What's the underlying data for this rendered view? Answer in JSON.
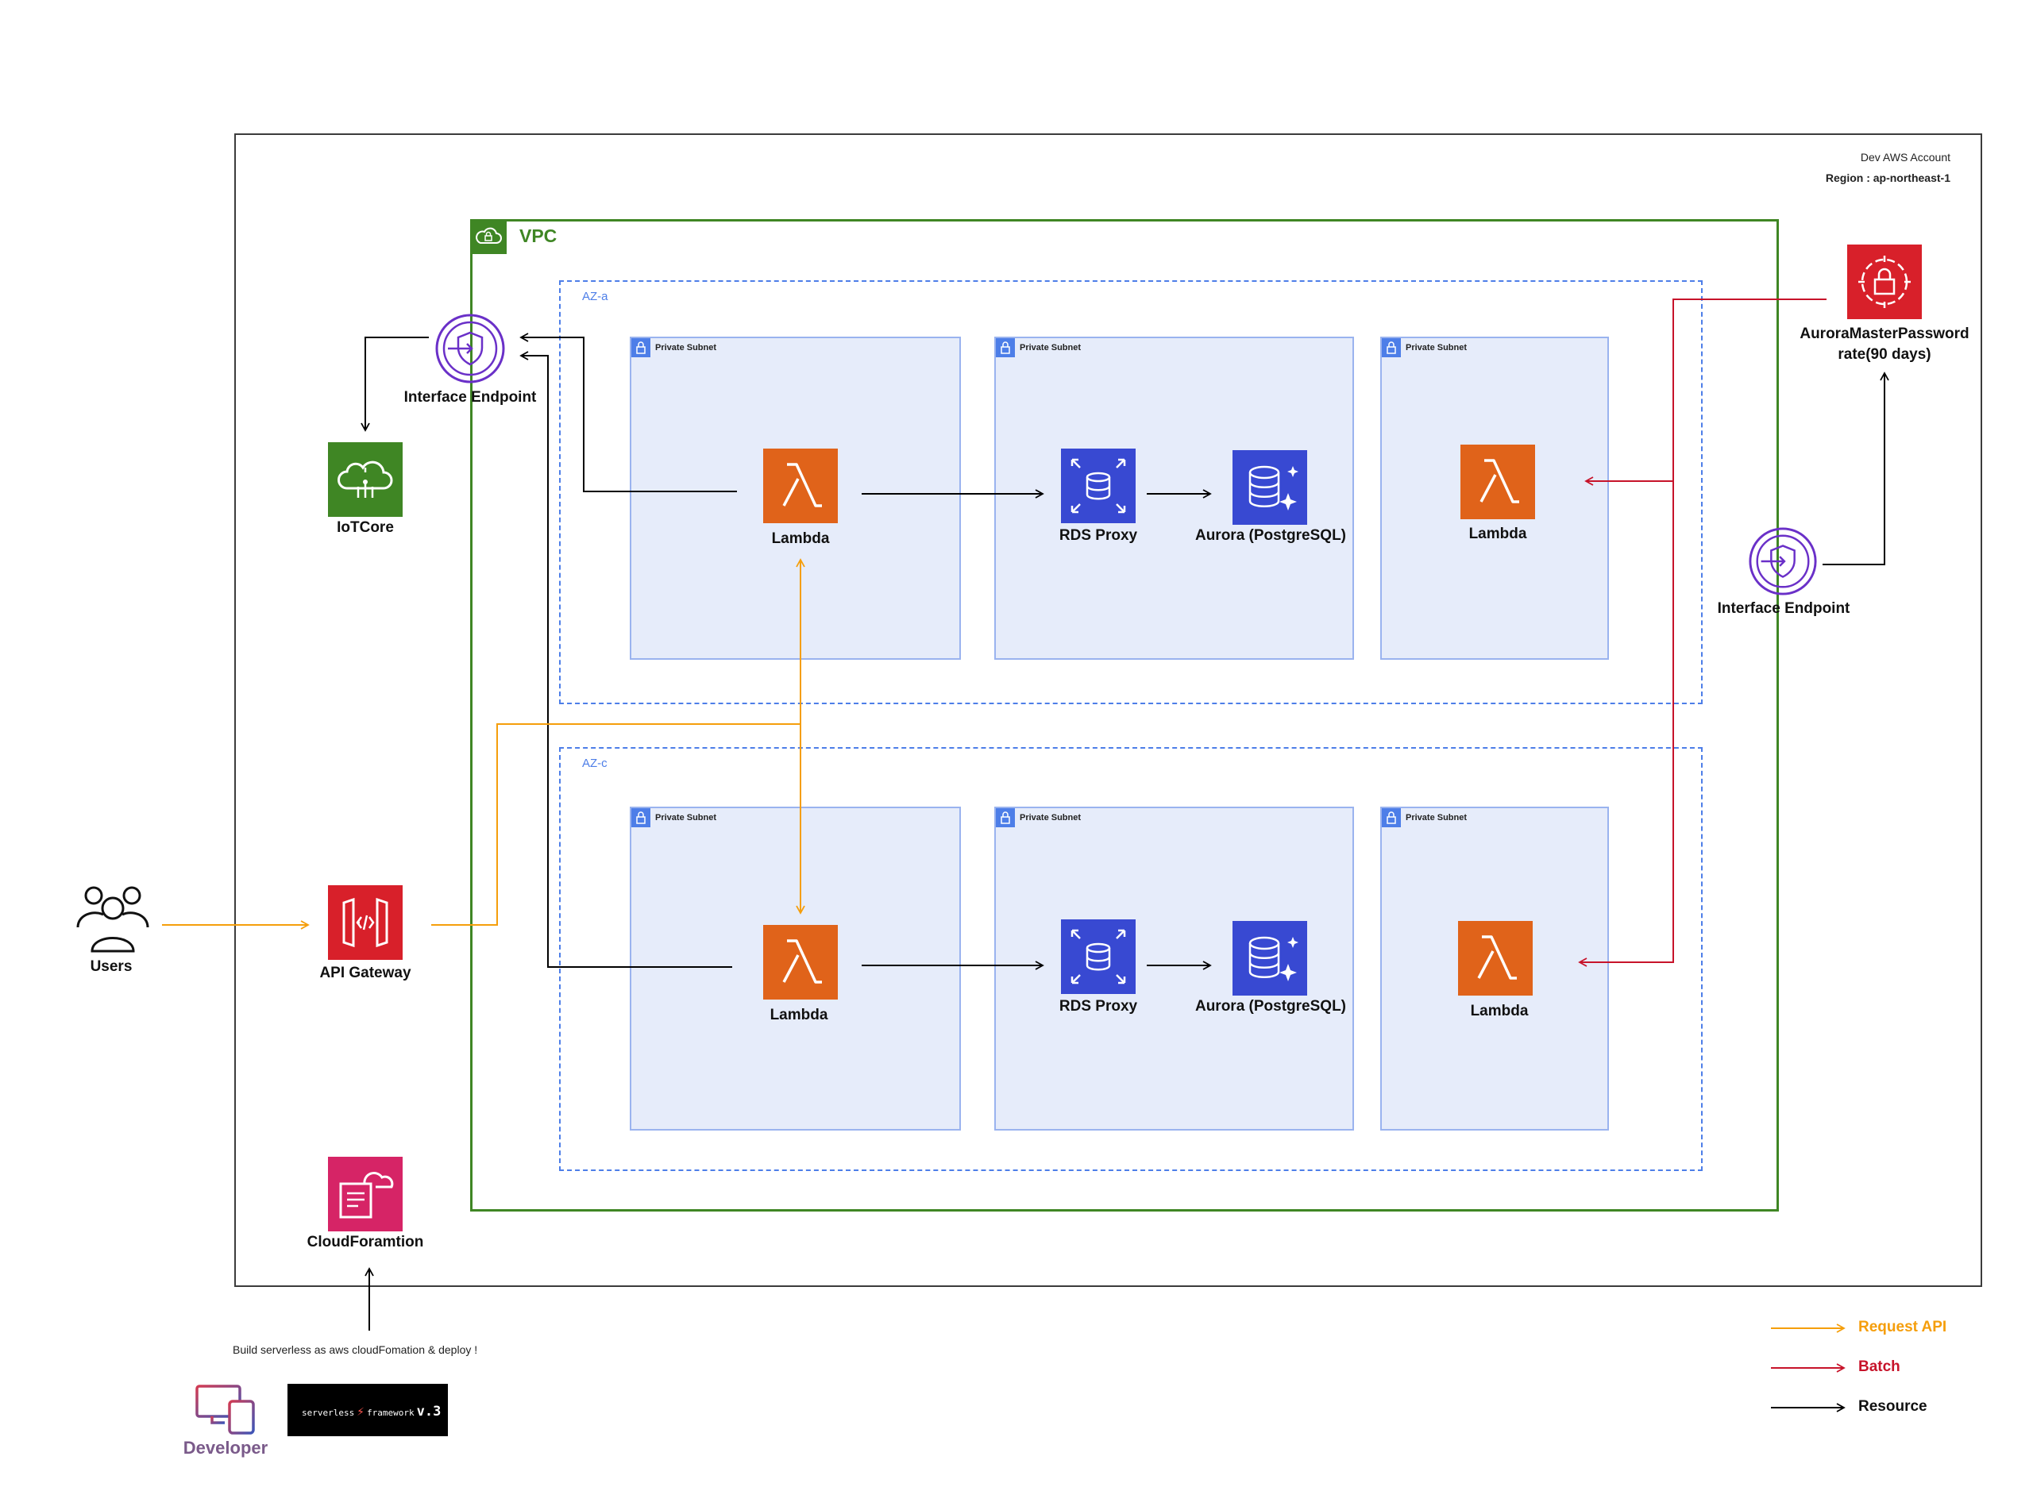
{
  "account": {
    "name": "Dev  AWS Account",
    "region": "Region :  ap-northeast-1"
  },
  "vpc": {
    "label": "VPC"
  },
  "zones": [
    {
      "label": "AZ-a"
    },
    {
      "label": "AZ-c"
    }
  ],
  "subnet_label": "Private Subnet",
  "nodes": {
    "interface_endpoint_left": "Interface Endpoint",
    "iotcore": "IoTCore",
    "users": "Users",
    "api_gateway": "API Gateway",
    "cloudformation": "CloudForamtion",
    "lambda_a": "Lambda",
    "rds_proxy_a": "RDS Proxy",
    "aurora_a": "Aurora (PostgreSQL)",
    "lambda_batch_a": "Lambda",
    "lambda_c": "Lambda",
    "rds_proxy_c": "RDS Proxy",
    "aurora_c": "Aurora (PostgreSQL)",
    "lambda_batch_c": "Lambda",
    "secret_line1": "AuroraMasterPassword",
    "secret_line2": "rate(90 days)",
    "interface_endpoint_right": "Interface Endpoint"
  },
  "developer": {
    "note": "Build serverless as aws cloudFomation & deploy !",
    "label": "Developer",
    "badge_text": "serverless",
    "badge_framework": "framework",
    "badge_version": "v.3"
  },
  "legend": [
    {
      "label": "Request API",
      "color": "#f59e0b"
    },
    {
      "label": "Batch",
      "color": "#c7132a"
    },
    {
      "label": "Resource",
      "color": "#000000"
    }
  ],
  "colors": {
    "vpc": "#3f8624",
    "az": "#4d7ee8",
    "subnet_fill": "#e6ecfa",
    "lambda": "#e0631a",
    "rds": "#3849d2",
    "iot": "#3f8624",
    "api_gateway": "#d8202a",
    "cloudformation": "#d62466",
    "secrets": "#d8202a",
    "endpoint": "#6a30c8"
  }
}
